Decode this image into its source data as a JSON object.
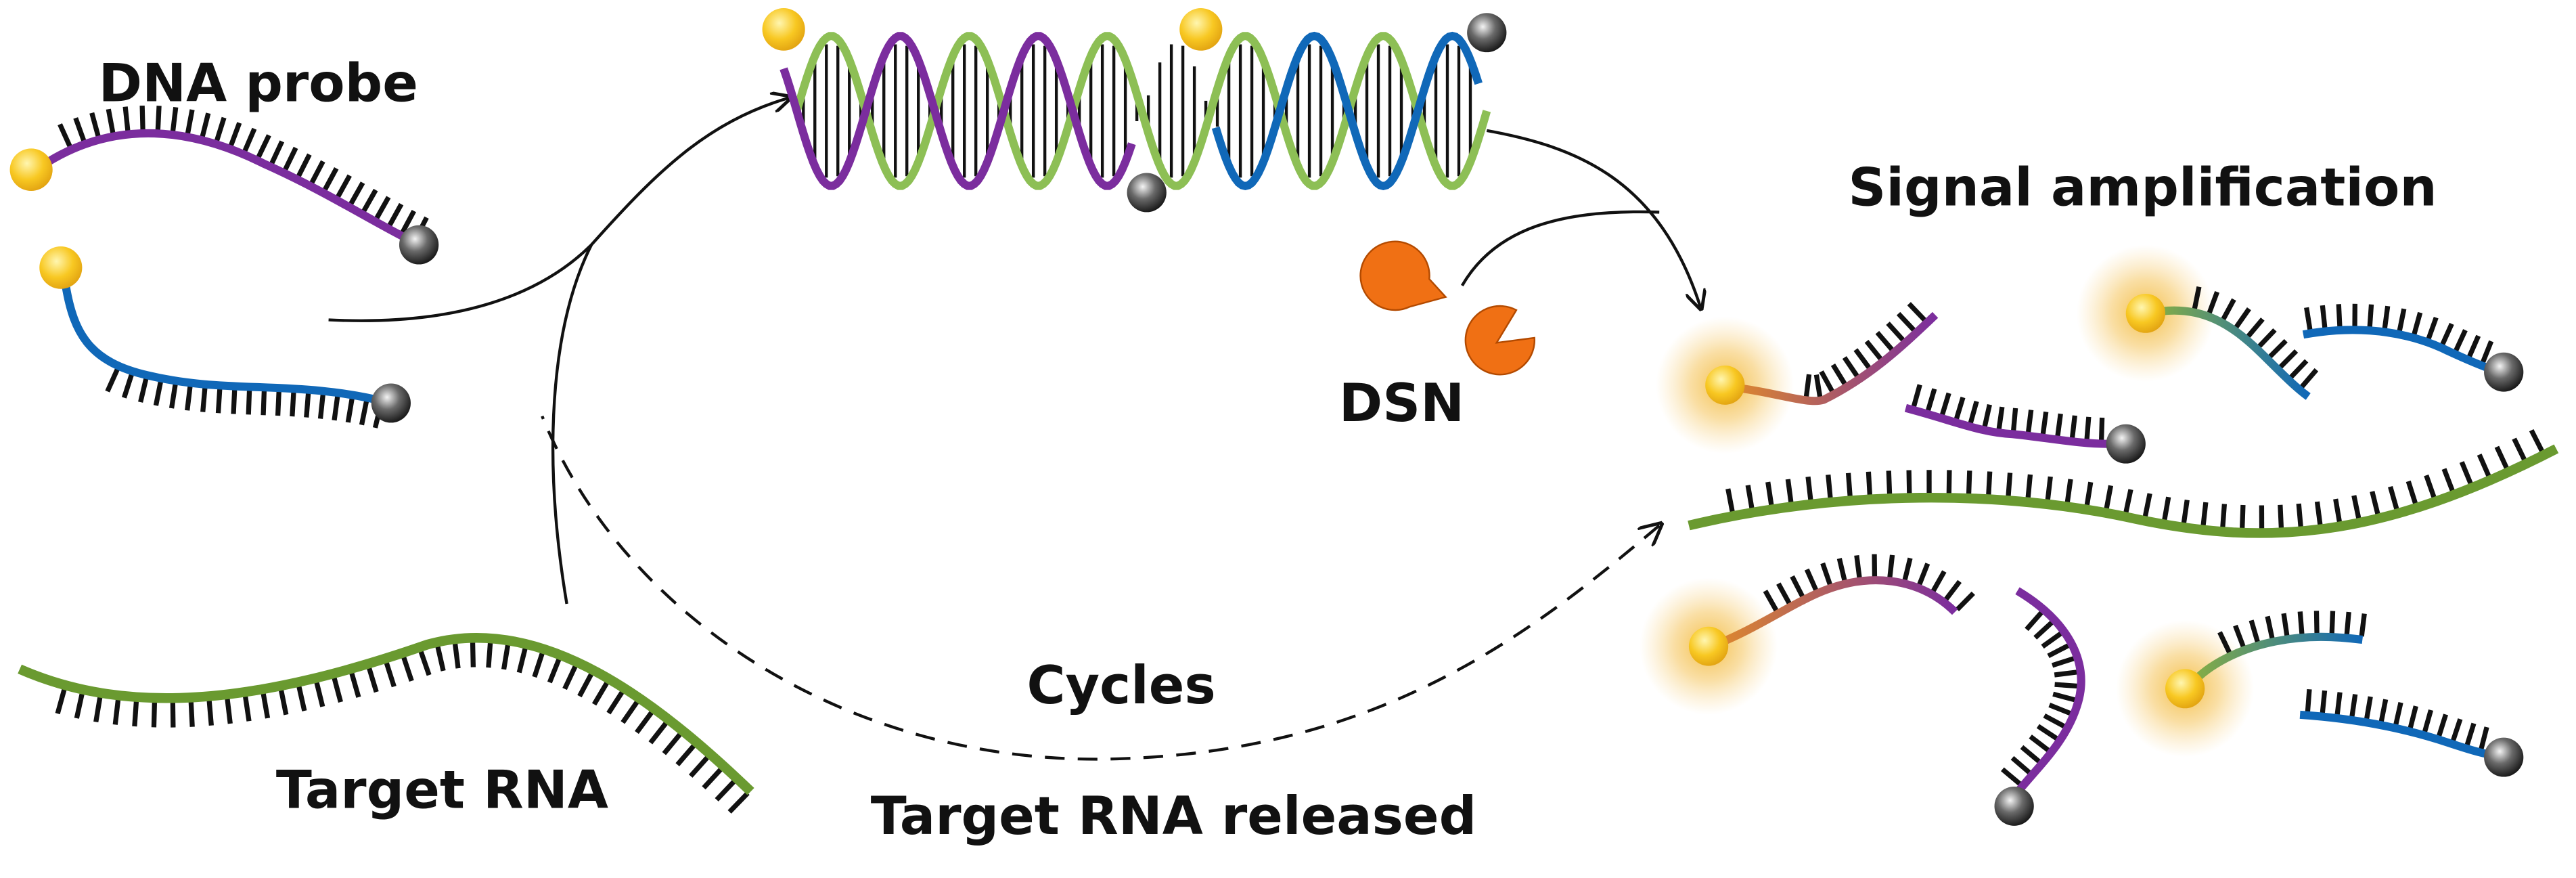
{
  "labels": {
    "dna_probe": "DNA probe",
    "signal_amplification": "Signal amplification",
    "dsn": "DSN",
    "cycles": "Cycles",
    "target_rna": "Target RNA",
    "target_rna_released": "Target RNA released"
  },
  "colors": {
    "probe_purple": "#7B2D9E",
    "probe_blue": "#1068B8",
    "rna_green": "#6A9A30",
    "helix_green": "#8DBF55",
    "enzyme_orange": "#F07014",
    "fluorophore": "#F8C822",
    "quencher": "#333333",
    "glow": "#F2B630"
  },
  "icons": {
    "fluorophore": "fluorophore-icon",
    "quencher": "quencher-icon",
    "enzyme": "dsn-enzyme-icon",
    "cycle_arrow": "cycle-arrow-icon"
  }
}
